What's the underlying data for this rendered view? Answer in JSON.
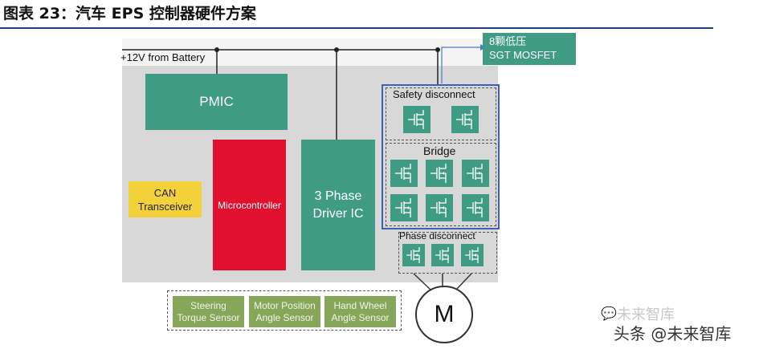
{
  "figure": {
    "title": "图表 23：汽车 EPS 控制器硬件方案"
  },
  "supply": {
    "label": "+12V from Battery"
  },
  "blocks": {
    "pmic": "PMIC",
    "microcontroller": "Microcontroller",
    "driver_line1": "3 Phase",
    "driver_line2": "Driver IC",
    "can_line1": "CAN",
    "can_line2": "Transceiver"
  },
  "mosfet_note": {
    "line1": "8颗低压",
    "line2": "SGT MOSFET"
  },
  "sections": {
    "safety": "Safety disconnect",
    "bridge": "Bridge",
    "phase": "Phase disconnect"
  },
  "sensors": {
    "torque_line1": "Steering",
    "torque_line2": "Torque Sensor",
    "motor_line1": "Motor Position",
    "motor_line2": "Angle Sensor",
    "wheel_line1": "Hand Wheel",
    "wheel_line2": "Angle Sensor"
  },
  "motor": {
    "label": "M"
  },
  "watermark": {
    "brand": "未来智库",
    "credit": "头条 @未来智库"
  },
  "colors": {
    "block_green": "#3f9b84",
    "mcu_red": "#e0102e",
    "can_yellow": "#f2d13a",
    "sensor_green": "#86a65a",
    "frame_blue": "#3f5fb8",
    "title_rule": "#1f3f7a"
  }
}
